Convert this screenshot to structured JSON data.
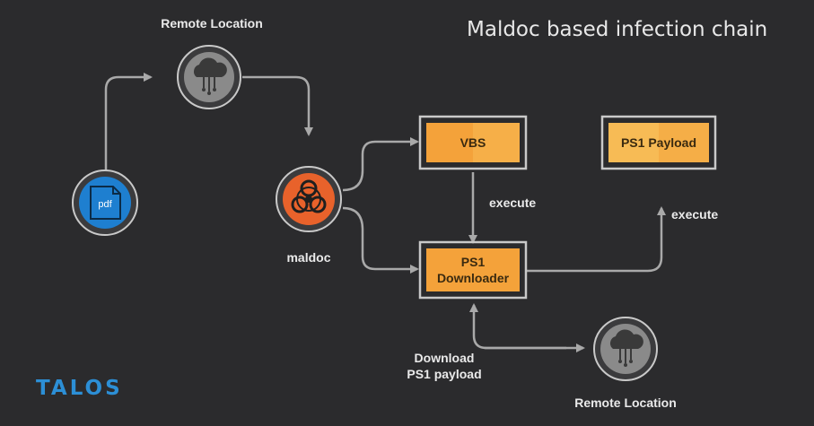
{
  "diagram": {
    "title": "Maldoc based infection chain",
    "nodes": {
      "remote_top": "Remote Location",
      "pdf": "pdf",
      "maldoc": "maldoc",
      "vbs": "VBS",
      "ps1_downloader_line1": "PS1",
      "ps1_downloader_line2": "Downloader",
      "ps1_payload": "PS1 Payload",
      "remote_bottom": "Remote Location"
    },
    "edges": {
      "execute_1": "execute",
      "execute_2": "execute",
      "download_line1": "Download",
      "download_line2": "PS1 payload"
    },
    "brand": "TALOS"
  },
  "colors": {
    "background": "#2b2b2d",
    "arrow": "#a9a9a9",
    "box_fill": "#f4a23a",
    "box_fill_light": "#f7bb55",
    "maldoc_orange": "#e8622b",
    "pdf_blue": "#1e7fd0",
    "cloud_gray": "#8a8a8a",
    "brand_blue": "#2c8fd6"
  }
}
